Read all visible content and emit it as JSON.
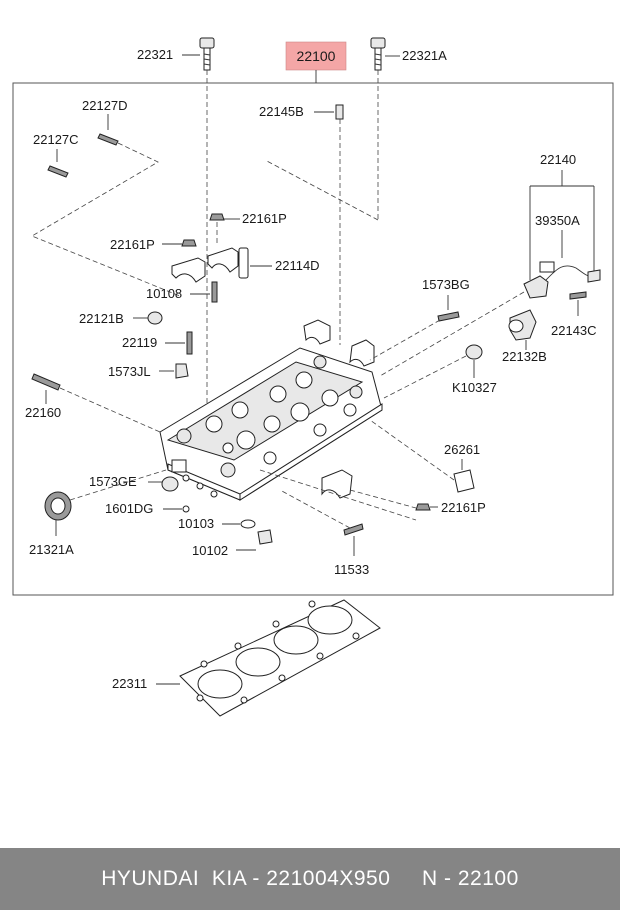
{
  "diagram": {
    "highlight_color": "#f4a6a6",
    "main_part": "22100",
    "labels": {
      "p22321": "22321",
      "p22321A": "22321A",
      "p22127D": "22127D",
      "p22127C": "22127C",
      "p22145B": "22145B",
      "p22140": "22140",
      "p39350A": "39350A",
      "p22161P_a": "22161P",
      "p22161P_b": "22161P",
      "p22161P_c": "22161P",
      "p22114D": "22114D",
      "p10108": "10108",
      "p1573BG": "1573BG",
      "p22121B": "22121B",
      "p22143C": "22143C",
      "p22119": "22119",
      "p22132B": "22132B",
      "p1573JL": "1573JL",
      "pK10327": "K10327",
      "p22160": "22160",
      "p26261": "26261",
      "p1573GE": "1573GE",
      "p1601DG": "1601DG",
      "p10103": "10103",
      "p10102": "10102",
      "p11533": "11533",
      "p21321A": "21321A",
      "p22311": "22311"
    }
  },
  "footer": {
    "text": "HYUNDAI  KIA - 221004X950     N - 22100",
    "background": "#858585"
  }
}
